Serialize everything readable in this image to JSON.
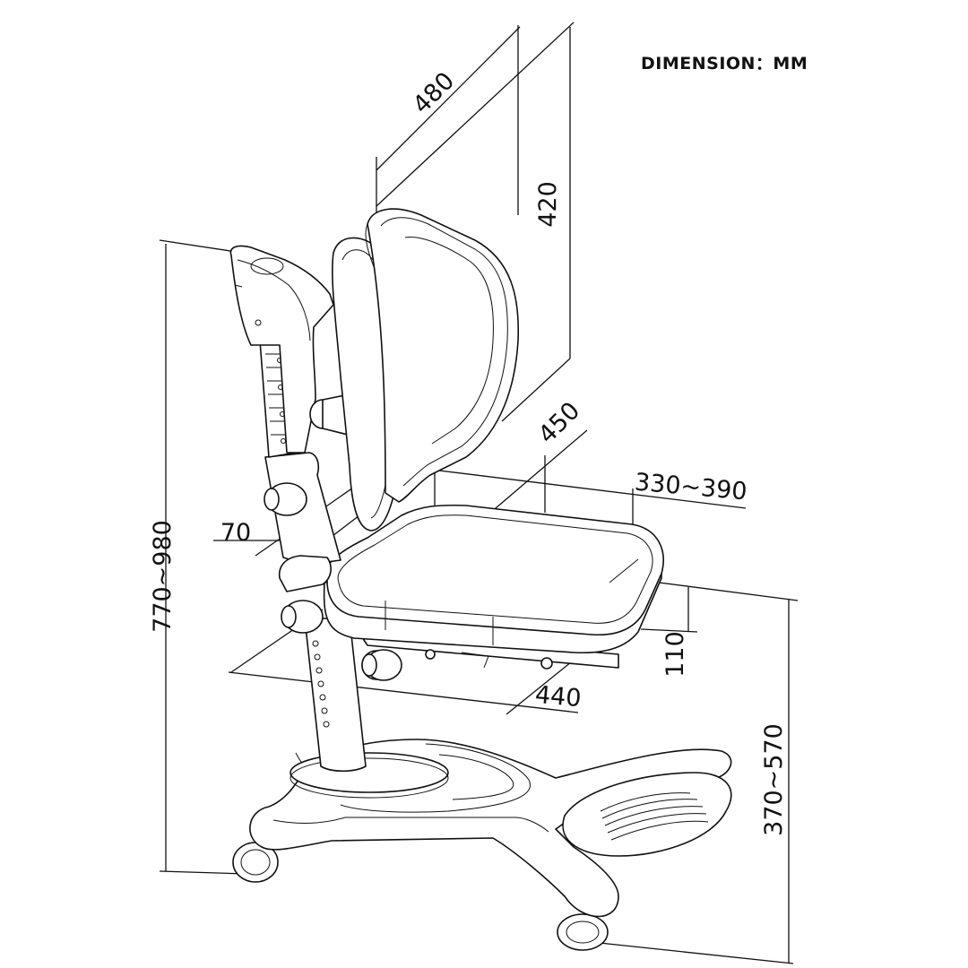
{
  "header": {
    "unit_label": "DIMENSION：MM"
  },
  "dimensions": {
    "backrest_width": "480",
    "backrest_height": "420",
    "seat_depth": "450",
    "seat_height_from_back": "330~390",
    "armrest_offset": "70",
    "total_height": "770~980",
    "seat_thickness": "110",
    "seat_width": "440",
    "seat_height": "370~570"
  },
  "colors": {
    "line": "#111111",
    "background": "#ffffff"
  }
}
